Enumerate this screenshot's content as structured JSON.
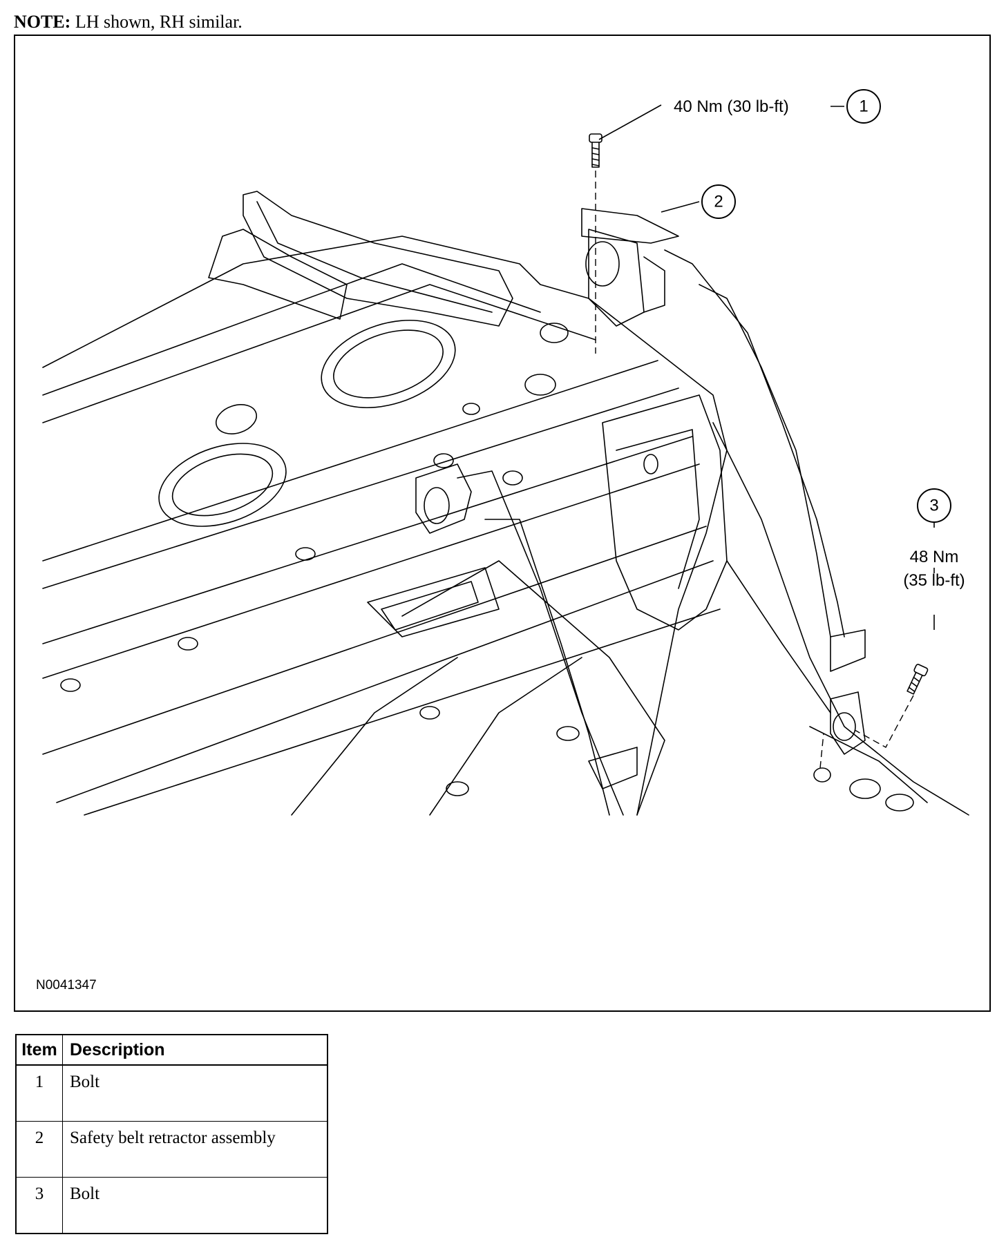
{
  "note": {
    "label": "NOTE:",
    "text": "LH shown, RH similar."
  },
  "figure": {
    "id": "N0041347",
    "callouts": [
      {
        "number": "1",
        "torque": "40 Nm (30 lb-ft)"
      },
      {
        "number": "2"
      },
      {
        "number": "3",
        "torque_nm": "48 Nm",
        "torque_lbft": "(35 lb-ft)"
      }
    ]
  },
  "table": {
    "headers": {
      "item": "Item",
      "description": "Description"
    },
    "rows": [
      {
        "item": "1",
        "description": "Bolt"
      },
      {
        "item": "2",
        "description": "Safety belt retractor assembly"
      },
      {
        "item": "3",
        "description": "Bolt"
      }
    ]
  }
}
